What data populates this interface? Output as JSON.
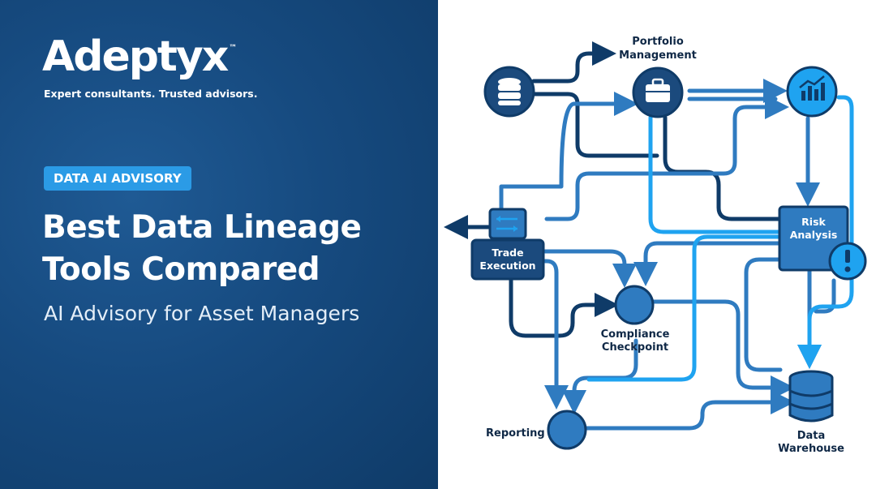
{
  "brand": {
    "name": "Adeptyx",
    "trademark": "™",
    "tagline": "Expert consultants. Trusted advisors."
  },
  "badge": {
    "label": "DATA AI ADVISORY"
  },
  "headline": {
    "line1": "Best Data Lineage",
    "line2": "Tools Compared"
  },
  "subhead": "AI Advisory for Asset Managers",
  "diagram": {
    "nodes": {
      "portfolio": {
        "line1": "Portfolio",
        "line2": "Management"
      },
      "trade": {
        "line1": "Trade",
        "line2": "Execution"
      },
      "risk": {
        "line1": "Risk",
        "line2": "Analysis"
      },
      "compliance": {
        "line1": "Compliance",
        "line2": "Checkpoint"
      },
      "reporting": {
        "label": "Reporting"
      },
      "warehouse": {
        "line1": "Data",
        "line2": "Warehouse"
      }
    },
    "colors": {
      "dark": "#0f3b68",
      "mid": "#2f7bc0",
      "light": "#1fa3f0",
      "text": "#0f2846"
    },
    "icons": [
      "database-icon",
      "briefcase-icon",
      "chart-icon",
      "transfer-arrows-icon",
      "alert-icon"
    ]
  }
}
